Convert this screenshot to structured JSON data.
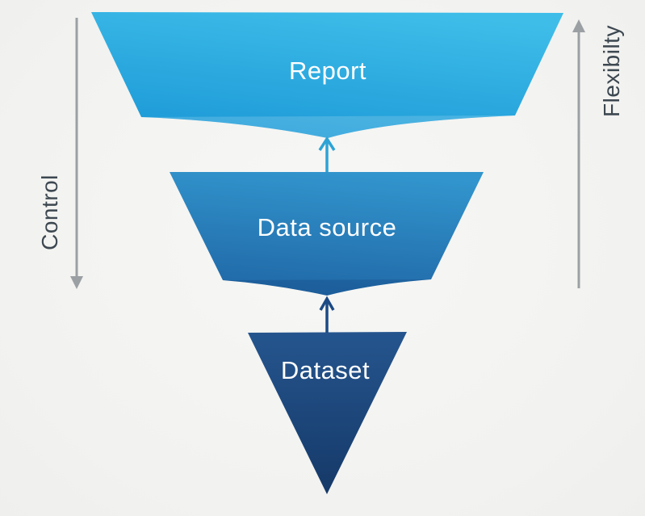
{
  "background_color": "#f4f4f2",
  "funnel": {
    "levels": [
      {
        "name": "report",
        "label": "Report",
        "color_top": "#3ebde9",
        "color_bottom": "#1d9ad7"
      },
      {
        "name": "data_source",
        "label": "Data source",
        "color_top": "#3295cd",
        "color_bottom": "#2068a7"
      },
      {
        "name": "dataset",
        "label": "Dataset",
        "color_top": "#25558e",
        "color_bottom": "#153968"
      }
    ],
    "connector_arrows": [
      {
        "from": "data_source",
        "to": "report",
        "direction": "up",
        "color": "#2da3d5"
      },
      {
        "from": "dataset",
        "to": "data_source",
        "direction": "up",
        "color": "#1c4a84"
      }
    ]
  },
  "axes": {
    "left": {
      "label": "Control",
      "direction": "down",
      "line_color": "#9ba0a4",
      "text_color": "#3c4750"
    },
    "right": {
      "label": "Flexibilty",
      "direction": "up",
      "line_color": "#9ba0a4",
      "text_color": "#3c4750"
    }
  }
}
